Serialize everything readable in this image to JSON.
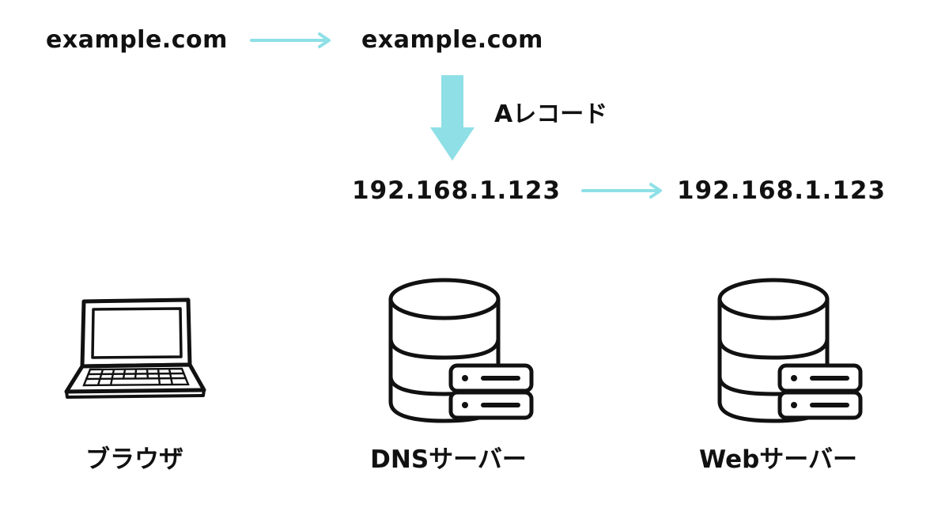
{
  "flow": {
    "domain_source": "example.com",
    "domain_query": "example.com",
    "record_type": "Aレコード",
    "ip_resolved": "192.168.1.123",
    "ip_target": "192.168.1.123"
  },
  "nodes": {
    "browser": {
      "label": "ブラウザ",
      "icon": "laptop-icon"
    },
    "dns_server": {
      "label": "DNSサーバー",
      "icon": "database-server-icon"
    },
    "web_server": {
      "label": "Webサーバー",
      "icon": "database-server-icon"
    }
  },
  "colors": {
    "arrow": "#8ee0e6",
    "text": "#111111",
    "stroke": "#111111"
  }
}
